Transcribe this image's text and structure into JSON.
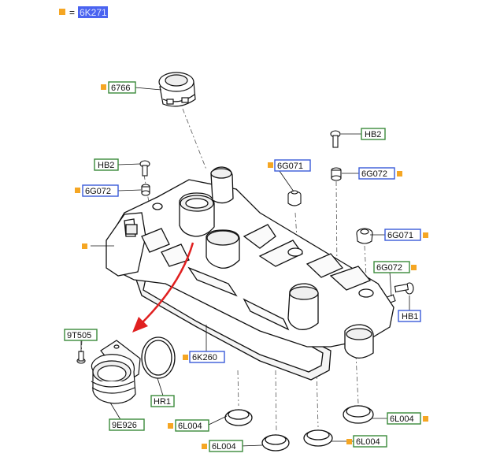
{
  "legend": {
    "marker_color": "#f5a623",
    "equals": "=",
    "part_code": "6K271",
    "highlight_color": "#4a63f0"
  },
  "colors": {
    "box_blue": "#3a5bd9",
    "box_green": "#3a8a3a",
    "marker": "#f5a623",
    "arrow": "#e02020"
  },
  "labels": [
    {
      "id": "label-6766",
      "text": "6766",
      "box": "green",
      "marker": "left"
    },
    {
      "id": "label-hb2-left",
      "text": "HB2",
      "box": "green",
      "marker": "none"
    },
    {
      "id": "label-6g072-left",
      "text": "6G072",
      "box": "blue",
      "marker": "left"
    },
    {
      "id": "label-6g071-mid",
      "text": "6G071",
      "box": "blue",
      "marker": "left"
    },
    {
      "id": "label-hb2-right",
      "text": "HB2",
      "box": "green",
      "marker": "none"
    },
    {
      "id": "label-6g072-right-top",
      "text": "6G072",
      "box": "blue",
      "marker": "right"
    },
    {
      "id": "label-6g071-right",
      "text": "6G071",
      "box": "blue",
      "marker": "right"
    },
    {
      "id": "label-6g072-right",
      "text": "6G072",
      "box": "green",
      "marker": "right"
    },
    {
      "id": "label-hb1-right",
      "text": "HB1",
      "box": "blue",
      "marker": "none"
    },
    {
      "id": "label-9t505",
      "text": "9T505",
      "box": "green",
      "marker": "none"
    },
    {
      "id": "label-hr1",
      "text": "HR1",
      "box": "green",
      "marker": "none"
    },
    {
      "id": "label-9e926",
      "text": "9E926",
      "box": "green",
      "marker": "none"
    },
    {
      "id": "label-6k260",
      "text": "6K260",
      "box": "blue",
      "marker": "left"
    },
    {
      "id": "label-6l004-left",
      "text": "6L004",
      "box": "green",
      "marker": "left"
    },
    {
      "id": "label-6l004-bottom",
      "text": "6L004",
      "box": "green",
      "marker": "left"
    },
    {
      "id": "label-6l004-center",
      "text": "6L004",
      "box": "green",
      "marker": "left"
    },
    {
      "id": "label-6l004-right",
      "text": "6L004",
      "box": "green",
      "marker": "right"
    }
  ]
}
